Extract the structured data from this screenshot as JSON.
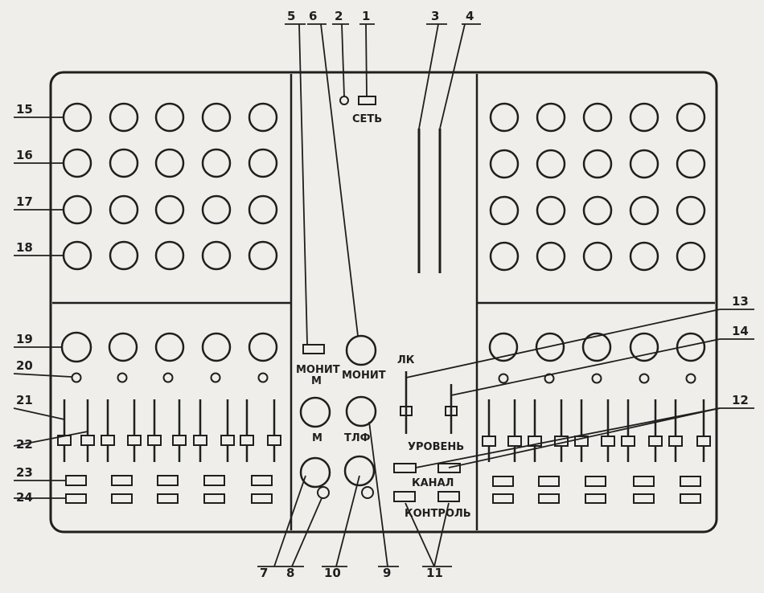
{
  "panel_labels": {
    "power": "СЕТЬ",
    "monitor_left": "МОНИТ",
    "monitor_left_sub": "М",
    "monitor_right": "МОНИТ",
    "m_knob": "М",
    "tlf_knob": "ТЛФ",
    "lk": "ЛК",
    "level": "УРОВЕНЬ",
    "channel": "КАНАЛ",
    "control": "КОНТРОЛЬ"
  },
  "callouts": {
    "n1": "1",
    "n2": "2",
    "n3": "3",
    "n4": "4",
    "n5": "5",
    "n6": "6",
    "n7": "7",
    "n8": "8",
    "n9": "9",
    "n10": "10",
    "n11": "11",
    "n12": "12",
    "n13": "13",
    "n14": "14",
    "n15": "15",
    "n16": "16",
    "n17": "17",
    "n18": "18",
    "n19": "19",
    "n20": "20",
    "n21": "21",
    "n22": "22",
    "n23": "23",
    "n24": "24"
  },
  "colors": {
    "ink": "#1f1f1f",
    "paper": "#efeeea"
  }
}
